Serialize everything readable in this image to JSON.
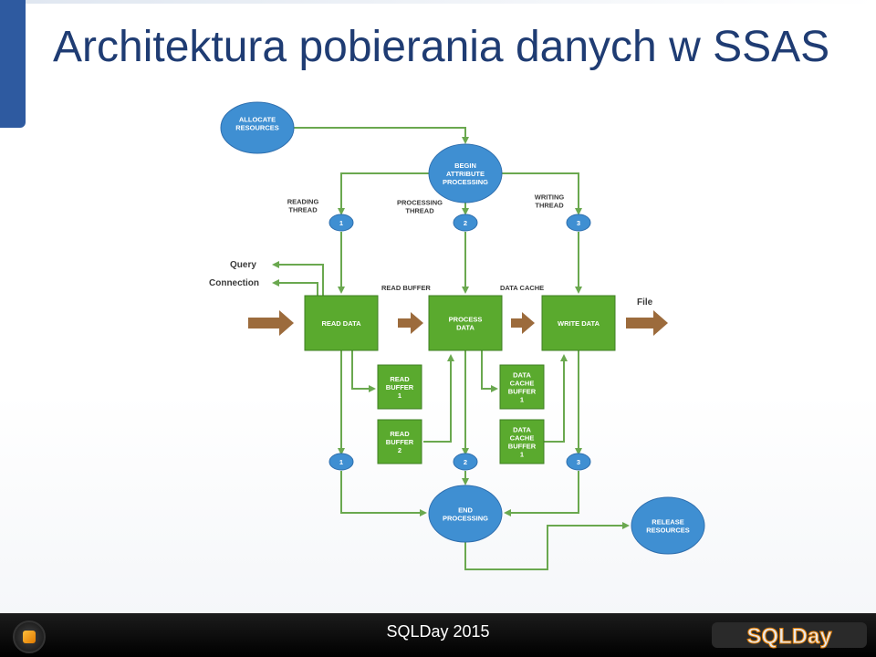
{
  "slide": {
    "title": "Architektura pobierania danych w SSAS",
    "footer": "SQLDay 2015",
    "logo": "SQLDay"
  },
  "colors": {
    "title": "#1f3c73",
    "accent": "#2e5aa0",
    "ellipse": "#3f8fd2",
    "box": "#5aaa2e",
    "arrow_green": "#6aa84f",
    "arrow_brown": "#9c6b3c"
  },
  "diagram": {
    "allocate": "ALLOCATE RESOURCES",
    "begin": "BEGIN ATTRIBUTE PROCESSING",
    "reading_thread": "READING THREAD",
    "processing_thread": "PROCESSING THREAD",
    "writing_thread": "WRITING THREAD",
    "query": "Query",
    "connection": "Connection",
    "read_buffer_label": "READ BUFFER",
    "data_cache_label": "DATA CACHE",
    "read_data": "READ DATA",
    "process_data": "PROCESS DATA",
    "write_data": "WRITE DATA",
    "file": "File",
    "read_buffer_1": "READ BUFFER 1",
    "read_buffer_2": "READ BUFFER 2",
    "data_cache_buffer_1": "DATA CACHE BUFFER 1",
    "data_cache_buffer_1b": "DATA CACHE BUFFER 1",
    "end": "END PROCESSING",
    "release": "RELEASE RESOURCES",
    "n1": "1",
    "n2": "2",
    "n3": "3"
  }
}
